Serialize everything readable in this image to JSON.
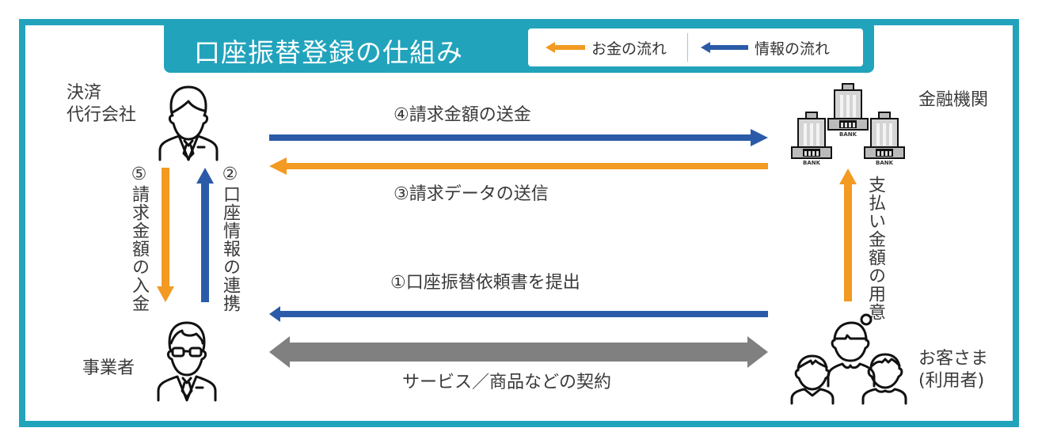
{
  "title": "口座振替登録の仕組み",
  "legend": {
    "money_flow": {
      "label": "お金の流れ",
      "color": "#f29a22"
    },
    "info_flow": {
      "label": "情報の流れ",
      "color": "#2b5ba8"
    }
  },
  "colors": {
    "frame": "#22a3bc",
    "money": "#f29a22",
    "info": "#2b5ba8",
    "contract": "#808080"
  },
  "actors": {
    "payment_agent": {
      "line1": "決済",
      "line2": "代行会社"
    },
    "business": {
      "label": "事業者"
    },
    "financial_institution": {
      "label": "金融機関",
      "bank_caption": "BANK"
    },
    "customers": {
      "line1": "お客さま",
      "line2": "(利用者)"
    }
  },
  "flows": {
    "step4": {
      "label": "④請求金額の送金",
      "type": "info",
      "direction": "right"
    },
    "step3": {
      "label": "③請求データの送信",
      "type": "money",
      "direction": "left"
    },
    "step1": {
      "label": "①口座振替依頼書を提出",
      "type": "info",
      "direction": "left"
    },
    "contract": {
      "label": "サービス／商品などの契約",
      "type": "contract",
      "direction": "both"
    },
    "step5": {
      "label": "⑤請求金額の入金",
      "type": "money",
      "direction": "down"
    },
    "step2": {
      "label": "②口座情報の連携",
      "type": "info",
      "direction": "up"
    },
    "payment_prep": {
      "label": "支払い金額の用意",
      "type": "money",
      "direction": "up"
    }
  }
}
